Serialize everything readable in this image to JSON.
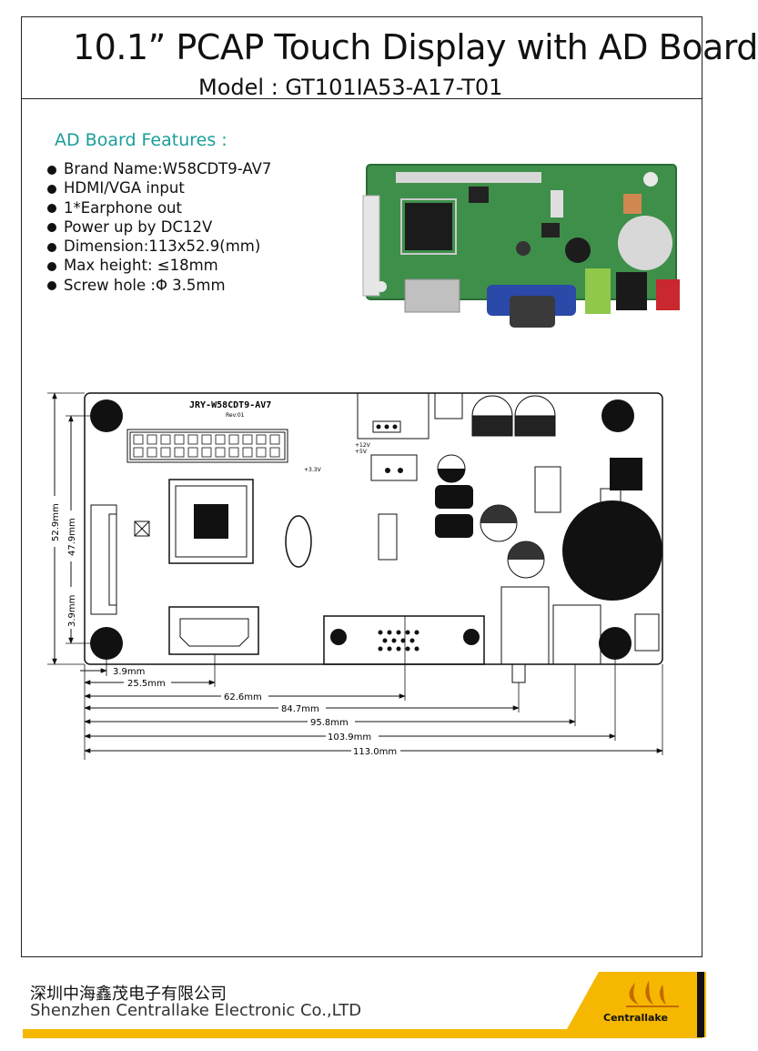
{
  "document": {
    "title": "10.1” PCAP Touch Display with AD Board",
    "model": "Model : GT101IA53-A17-T01"
  },
  "features": {
    "heading": "AD Board Features :",
    "items": [
      "Brand Name:W58CDT9-AV7",
      "HDMI/VGA input",
      "1*Earphone out",
      "Power up by DC12V",
      "Dimension:113x52.9(mm)",
      "Max  height: ≤18mm",
      "Screw hole :Φ 3.5mm"
    ]
  },
  "drawing": {
    "board_label": "JRY-W58CDT9-AV7",
    "board_rev": "Rev:01",
    "dim_height_total": "52.9mm",
    "dim_height_holes": "47.9mm",
    "dim_hole_offset_v": "3.9mm",
    "dim_hole_offset_h": "3.9mm",
    "dim_25": "25.5mm",
    "dim_62": "62.6mm",
    "dim_84": "84.7mm",
    "dim_95": "95.8mm",
    "dim_103": "103.9mm",
    "dim_113": "113.0mm",
    "plus_12v": "+12V",
    "plus_5v": "+5V",
    "plus_33v": "+3.3V"
  },
  "footer": {
    "company_cn": "深圳中海鑫茂电子有限公司",
    "company_en": "Shenzhen Centrallake Electronic Co.,LTD",
    "logo_text": "Centrallake"
  },
  "colors": {
    "heading_teal": "#1a9e9a",
    "brand_yellow": "#f5b700",
    "pcb_green": "#3e8f4a"
  }
}
